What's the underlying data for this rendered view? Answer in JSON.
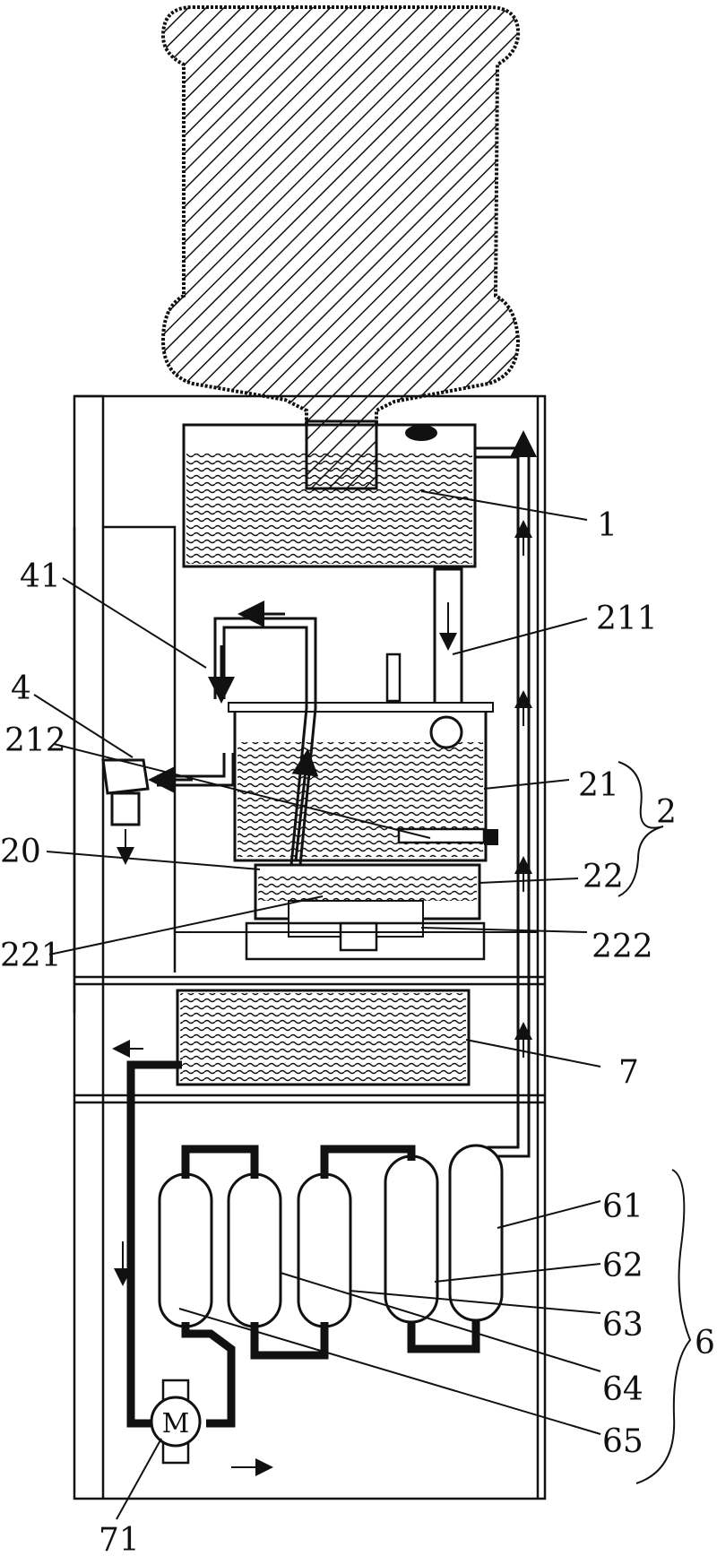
{
  "labels": {
    "l1": "1",
    "l211": "211",
    "l41": "41",
    "l4": "4",
    "l212": "212",
    "l21": "21",
    "l2": "2",
    "l20": "20",
    "l22": "22",
    "l221": "221",
    "l222": "222",
    "l7": "7",
    "l61": "61",
    "l62": "62",
    "l63": "63",
    "l6": "6",
    "l64": "64",
    "l65": "65",
    "l71": "71"
  },
  "pump_symbol": "M"
}
